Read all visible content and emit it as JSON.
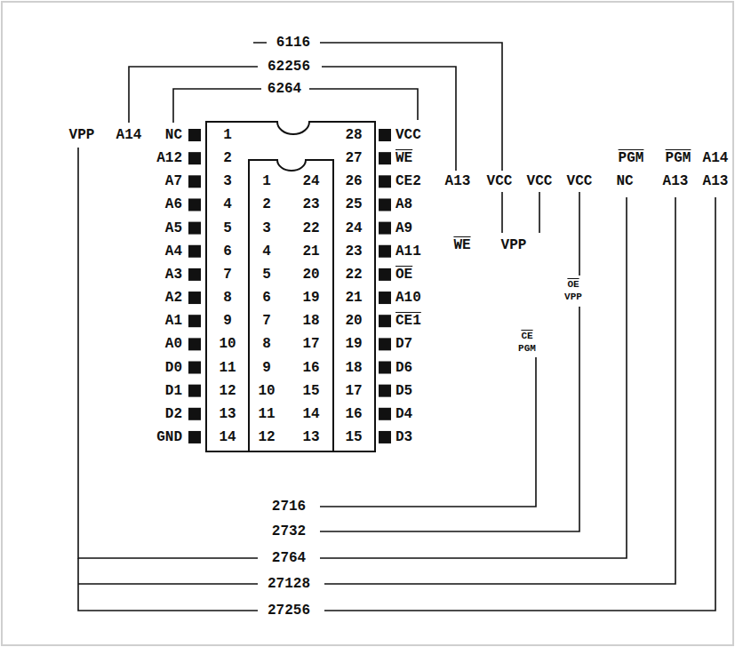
{
  "diagram": {
    "labels": [
      "6116",
      "62256",
      "6264",
      "VPP",
      "A14",
      "NC",
      "A12",
      "A7",
      "A6",
      "A5",
      "A4",
      "A3",
      "A2",
      "A1",
      "A0",
      "D0",
      "D1",
      "D2",
      "GND",
      "1",
      "2",
      "3",
      "4",
      "5",
      "6",
      "7",
      "8",
      "9",
      "10",
      "11",
      "12",
      "13",
      "14",
      "1",
      "2",
      "3",
      "4",
      "5",
      "6",
      "7",
      "8",
      "9",
      "10",
      "11",
      "12",
      "24",
      "23",
      "22",
      "21",
      "20",
      "19",
      "18",
      "17",
      "16",
      "15",
      "14",
      "13",
      "28",
      "27",
      "26",
      "25",
      "24",
      "23",
      "22",
      "21",
      "20",
      "19",
      "18",
      "17",
      "16",
      "15",
      "VCC",
      "WE",
      "CE2",
      "A8",
      "A9",
      "A11",
      "OE",
      "A10",
      "CE1",
      "D7",
      "D6",
      "D5",
      "D4",
      "D3",
      "PGM",
      "PGM",
      "A14",
      "A13",
      "VCC",
      "VCC",
      "VCC",
      "NC",
      "A13",
      "A13",
      "WE",
      "VPP",
      "OE",
      "VPP",
      "CE",
      "PGM",
      "2716",
      "2732",
      "2764",
      "27128",
      "27256"
    ]
  }
}
